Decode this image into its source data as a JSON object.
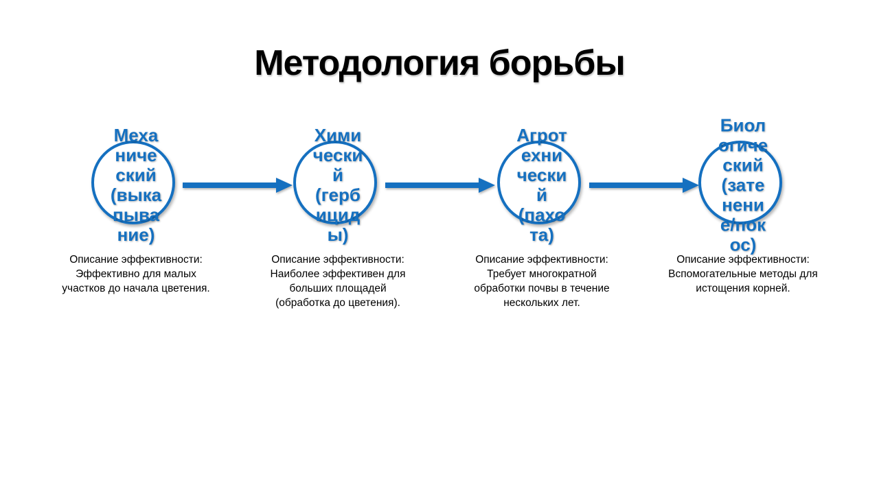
{
  "title": "Методология борьбы",
  "colors": {
    "accent_blue": "#1570C0",
    "text": "#000000",
    "background": "#FFFFFF"
  },
  "methods": [
    {
      "name": "Механический (выкапывание)",
      "label_lines": [
        "Меха",
        "ниче",
        "ский",
        "(выка",
        "пыва",
        "ние)"
      ],
      "description": "Описание эффективности: Эффективно для малых участков до начала цветения.",
      "description_lines": [
        "Описание эффективности:",
        "Эффективно для малых",
        "участков до начала цветения."
      ]
    },
    {
      "name": "Химический (гербициды)",
      "label_lines": [
        "Хими",
        "чески",
        "й",
        "(герб",
        "ицид",
        "ы)"
      ],
      "description": "Описание эффективности: Наиболее эффективен для больших площадей (обработка до цветения).",
      "description_lines": [
        "Описание эффективности:",
        "Наиболее эффективен для",
        "больших площадей",
        "(обработка до цветения)."
      ]
    },
    {
      "name": "Агротехнический (пахота)",
      "label_lines": [
        "Агрот",
        "ехни",
        "чески",
        "й",
        "(пахо",
        "та)"
      ],
      "description": "Описание эффективности: Требует многократной обработки почвы в течение нескольких лет.",
      "description_lines": [
        "Описание эффективности:",
        "Требует многократной",
        "обработки почвы в течение",
        "нескольких лет."
      ]
    },
    {
      "name": "Биологический (затенение/покос)",
      "label_lines": [
        "Биол",
        "огиче",
        "ский",
        "(зате",
        "нени",
        "е/пок",
        "ос)"
      ],
      "description": "Описание эффективности: Вспомогательные методы для истощения корней.",
      "description_lines": [
        "Описание эффективности:",
        "Вспомогательные методы для",
        "истощения корней."
      ]
    }
  ]
}
